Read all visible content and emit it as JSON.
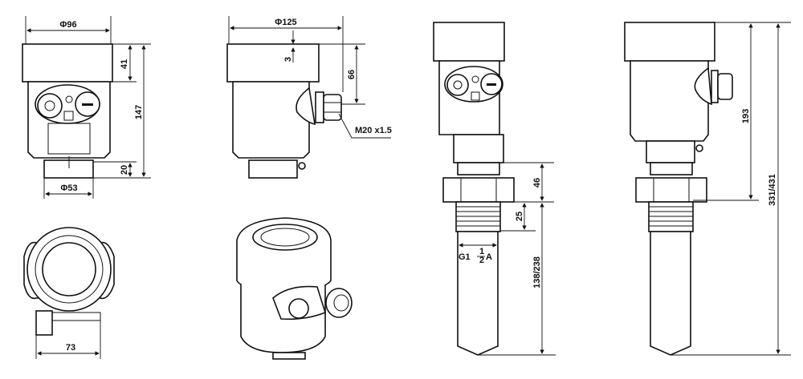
{
  "drawing": {
    "front_view": {
      "diameter_top": "Φ96",
      "cap_height": "41",
      "total_height": "147",
      "neck_height": "20",
      "diameter_neck": "Φ53"
    },
    "side_view": {
      "diameter_top": "Φ125",
      "gap": "3",
      "gland_height": "66",
      "thread": "M20 x1.5"
    },
    "top_view": {
      "width": "73"
    },
    "probe_view": {
      "nut_height": "46",
      "thread_length": "25",
      "thread_label_main": "G1",
      "thread_label_num": "1",
      "thread_label_den": "2",
      "thread_label_suffix": "A",
      "probe_length": "138/238"
    },
    "side_probe_view": {
      "head_height": "193",
      "total_length": "331/431"
    }
  }
}
